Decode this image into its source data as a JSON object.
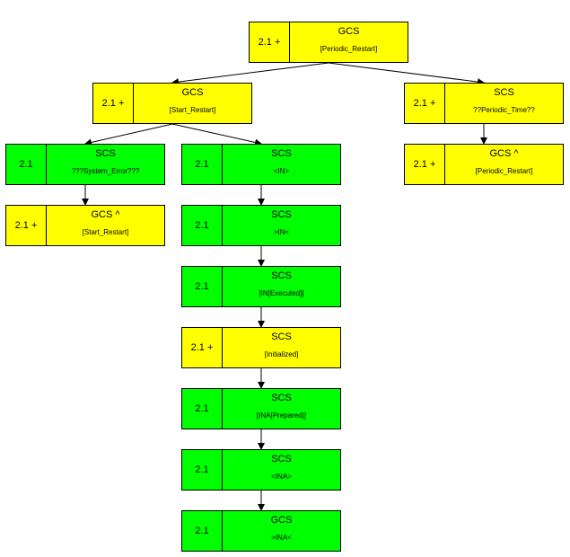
{
  "nodes": [
    {
      "id": "root",
      "version": "2.1 +",
      "name": "GCS",
      "sub": "[Periodic_Restart]",
      "color": "yellow"
    },
    {
      "id": "start-restart",
      "version": "2.1 +",
      "name": "GCS",
      "sub": "[Start_Restart]",
      "color": "yellow"
    },
    {
      "id": "periodic-time",
      "version": "2.1 +",
      "name": "SCS",
      "sub": "??Periodic_Time??",
      "color": "yellow"
    },
    {
      "id": "system-error",
      "version": "2.1",
      "name": "SCS",
      "sub": "???System_Error???",
      "color": "green"
    },
    {
      "id": "in",
      "version": "2.1",
      "name": "SCS",
      "sub": "<IN>",
      "color": "green"
    },
    {
      "id": "periodic-restart-ref",
      "version": "2.1 +",
      "name": "GCS ^",
      "sub": "[Periodic_Restart]",
      "color": "yellow"
    },
    {
      "id": "start-restart-ref",
      "version": "2.1 +",
      "name": "GCS ^",
      "sub": "[Start_Restart]",
      "color": "yellow"
    },
    {
      "id": "in-gt",
      "version": "2.1",
      "name": "SCS",
      "sub": ">IN<",
      "color": "green"
    },
    {
      "id": "in-executed",
      "version": "2.1",
      "name": "SCS",
      "sub": "[IN[Executed]]",
      "color": "green"
    },
    {
      "id": "initialized",
      "version": "2.1 +",
      "name": "SCS",
      "sub": "[Initialized]",
      "color": "yellow"
    },
    {
      "id": "ina-prepared",
      "version": "2.1",
      "name": "SCS",
      "sub": "[INA[Prepared]]",
      "color": "green"
    },
    {
      "id": "ina",
      "version": "2.1",
      "name": "SCS",
      "sub": "<INA>",
      "color": "green"
    },
    {
      "id": "ina-gt",
      "version": "2.1",
      "name": "GCS",
      "sub": ">INA<",
      "color": "green"
    }
  ],
  "edges": [
    {
      "from": "root",
      "to": "start-restart"
    },
    {
      "from": "root",
      "to": "periodic-time"
    },
    {
      "from": "start-restart",
      "to": "system-error"
    },
    {
      "from": "start-restart",
      "to": "in"
    },
    {
      "from": "periodic-time",
      "to": "periodic-restart-ref"
    },
    {
      "from": "system-error",
      "to": "start-restart-ref"
    },
    {
      "from": "in",
      "to": "in-gt"
    },
    {
      "from": "in-gt",
      "to": "in-executed"
    },
    {
      "from": "in-executed",
      "to": "initialized"
    },
    {
      "from": "initialized",
      "to": "ina-prepared"
    },
    {
      "from": "ina-prepared",
      "to": "ina"
    },
    {
      "from": "ina",
      "to": "ina-gt"
    }
  ]
}
